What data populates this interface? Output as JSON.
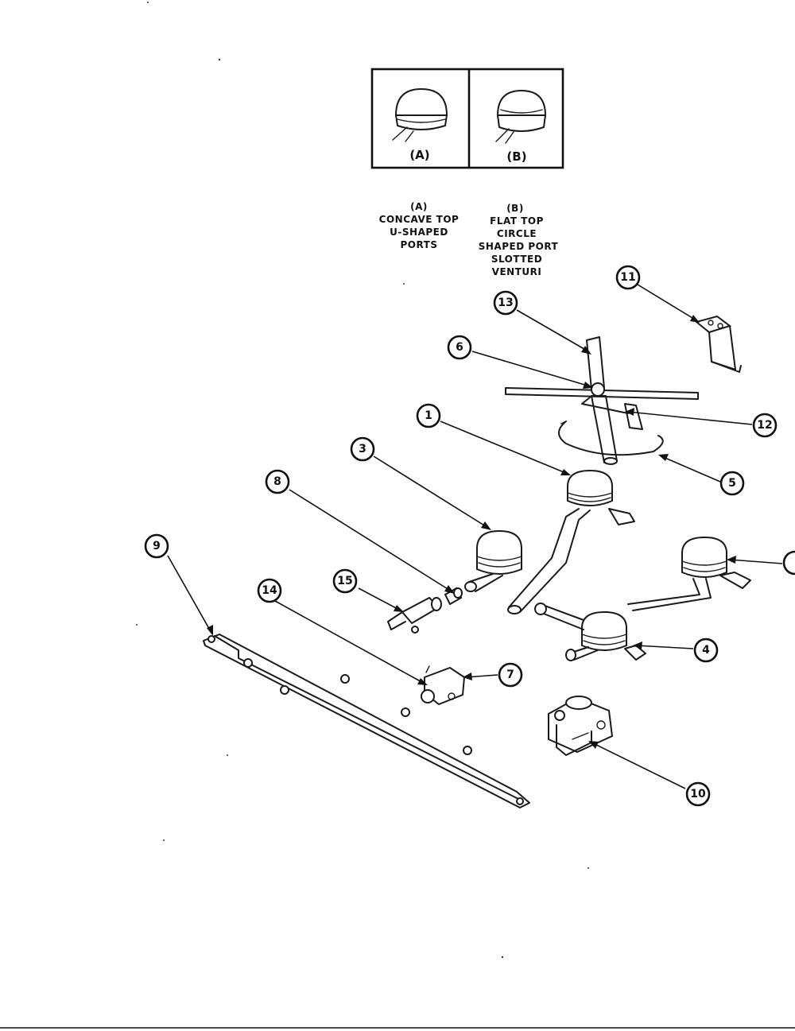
{
  "inset": {
    "variant_a_tag": "(A)",
    "variant_b_tag": "(B)"
  },
  "variant_descriptions": {
    "a": {
      "tag": "(A)",
      "lines": [
        "CONCAVE TOP",
        "U-SHAPED",
        "PORTS"
      ]
    },
    "b": {
      "tag": "(B)",
      "lines": [
        "FLAT TOP",
        "CIRCLE",
        "SHAPED PORT",
        "SLOTTED",
        "VENTURI"
      ]
    }
  },
  "callouts": [
    {
      "id": "11",
      "label": "11"
    },
    {
      "id": "13",
      "label": "13"
    },
    {
      "id": "6",
      "label": "6"
    },
    {
      "id": "12",
      "label": "12"
    },
    {
      "id": "1",
      "label": "1"
    },
    {
      "id": "5",
      "label": "5"
    },
    {
      "id": "3",
      "label": "3"
    },
    {
      "id": "8",
      "label": "8"
    },
    {
      "id": "9",
      "label": "9"
    },
    {
      "id": "15",
      "label": "15"
    },
    {
      "id": "14",
      "label": "14"
    },
    {
      "id": "7",
      "label": "7"
    },
    {
      "id": "4",
      "label": "4"
    },
    {
      "id": "10",
      "label": "10"
    }
  ],
  "colors": {
    "ink": "#1a1a1a",
    "paper": "#ffffff"
  }
}
